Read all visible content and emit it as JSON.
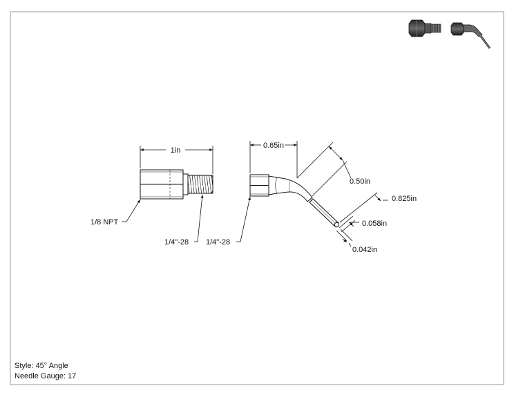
{
  "colors": {
    "line": "#111111",
    "border": "#9a9a9a",
    "part_fill": "#ffffff",
    "thread_fill": "#ffffff",
    "thumb_dark": "#3a3a3a"
  },
  "dimensions": {
    "length_adapter": "1in",
    "length_hub": "0.65in",
    "needle_bend_len": "0.50in",
    "needle_total_len": "0.825in",
    "needle_od": "0.058in",
    "needle_id": "0.042in"
  },
  "callouts": {
    "npt_thread": "1/8 NPT",
    "adapter_thread": "1/4\"-28",
    "hub_thread": "1/4\"-28"
  },
  "notes": {
    "style": "Style: 45° Angle",
    "gauge": "Needle Gauge: 17"
  },
  "thumbnails": {
    "left_icon": "adapter-thumbnail-icon",
    "right_icon": "bent-needle-thumbnail-icon"
  }
}
